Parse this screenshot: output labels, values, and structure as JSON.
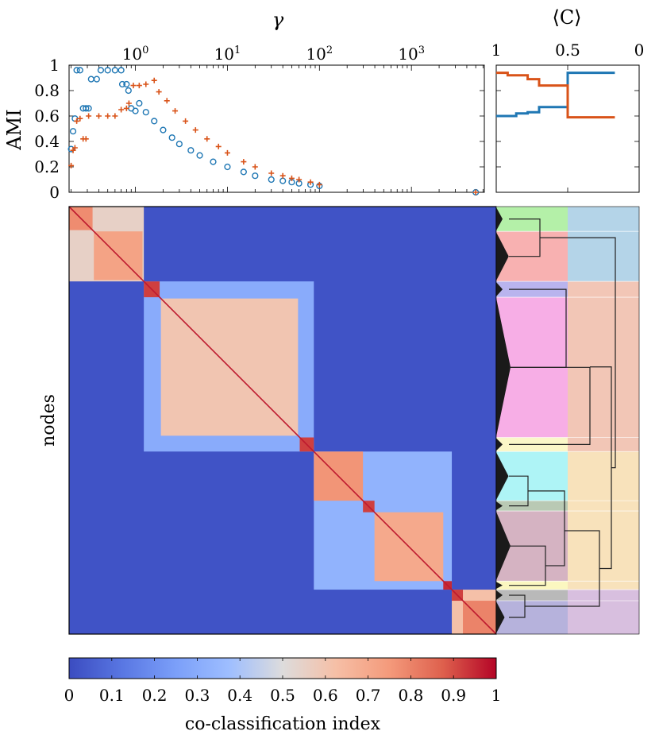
{
  "chart_data": [
    {
      "type": "scatter",
      "panel": "ami-vs-gamma",
      "xlabel": "γ",
      "ylabel": "AMI",
      "x_scale": "log",
      "xticks": [
        "10^0",
        "10^1",
        "10^2",
        "10^3"
      ],
      "yticks": [
        "0",
        "0.2",
        "0.4",
        "0.6",
        "0.8",
        "1"
      ],
      "ylim": [
        0,
        1
      ],
      "grid": false,
      "series": [
        {
          "marker": "circle",
          "color": "#1f77b4",
          "points": [
            [
              0.2,
              0.34
            ],
            [
              0.21,
              0.48
            ],
            [
              0.22,
              0.58
            ],
            [
              0.23,
              0.96
            ],
            [
              0.25,
              0.96
            ],
            [
              0.27,
              0.66
            ],
            [
              0.29,
              0.66
            ],
            [
              0.31,
              0.66
            ],
            [
              0.33,
              0.89
            ],
            [
              0.38,
              0.89
            ],
            [
              0.42,
              0.96
            ],
            [
              0.5,
              0.96
            ],
            [
              0.6,
              0.96
            ],
            [
              0.7,
              0.96
            ],
            [
              0.72,
              0.85
            ],
            [
              0.8,
              0.85
            ],
            [
              0.84,
              0.8
            ],
            [
              0.9,
              0.66
            ],
            [
              1.0,
              0.64
            ],
            [
              1.1,
              0.7
            ],
            [
              1.3,
              0.63
            ],
            [
              1.6,
              0.56
            ],
            [
              2.0,
              0.49
            ],
            [
              2.5,
              0.43
            ],
            [
              3.0,
              0.38
            ],
            [
              4.0,
              0.33
            ],
            [
              5.0,
              0.29
            ],
            [
              7.0,
              0.24
            ],
            [
              10.0,
              0.2
            ],
            [
              15.0,
              0.16
            ],
            [
              20.0,
              0.13
            ],
            [
              30.0,
              0.1
            ],
            [
              40.0,
              0.09
            ],
            [
              50.0,
              0.08
            ],
            [
              60.0,
              0.07
            ],
            [
              80.0,
              0.06
            ],
            [
              100.0,
              0.05
            ],
            [
              5000.0,
              0.0
            ]
          ]
        },
        {
          "marker": "plus",
          "color": "#d95319",
          "points": [
            [
              0.2,
              0.21
            ],
            [
              0.21,
              0.33
            ],
            [
              0.22,
              0.35
            ],
            [
              0.23,
              0.56
            ],
            [
              0.25,
              0.58
            ],
            [
              0.27,
              0.42
            ],
            [
              0.29,
              0.42
            ],
            [
              0.31,
              0.6
            ],
            [
              0.4,
              0.6
            ],
            [
              0.5,
              0.6
            ],
            [
              0.6,
              0.6
            ],
            [
              0.7,
              0.65
            ],
            [
              0.8,
              0.66
            ],
            [
              0.85,
              0.7
            ],
            [
              0.95,
              0.84
            ],
            [
              1.1,
              0.84
            ],
            [
              1.3,
              0.85
            ],
            [
              1.6,
              0.88
            ],
            [
              1.8,
              0.79
            ],
            [
              2.2,
              0.72
            ],
            [
              2.7,
              0.64
            ],
            [
              3.5,
              0.56
            ],
            [
              4.5,
              0.49
            ],
            [
              6.0,
              0.42
            ],
            [
              8.0,
              0.36
            ],
            [
              10.0,
              0.31
            ],
            [
              15.0,
              0.24
            ],
            [
              20.0,
              0.2
            ],
            [
              30.0,
              0.15
            ],
            [
              40.0,
              0.13
            ],
            [
              50.0,
              0.11
            ],
            [
              60.0,
              0.1
            ],
            [
              80.0,
              0.08
            ],
            [
              100.0,
              0.06
            ],
            [
              5000.0,
              0.0
            ]
          ]
        }
      ]
    },
    {
      "type": "line",
      "panel": "ami-vs-mean-coclassification",
      "xlabel": "⟨C⟩",
      "xticks": [
        "1",
        "0.5",
        "0"
      ],
      "xlim": [
        1,
        0
      ],
      "ylim": [
        0,
        1
      ],
      "series": [
        {
          "color": "#1f77b4",
          "points": [
            [
              1.0,
              0.6
            ],
            [
              0.86,
              0.6
            ],
            [
              0.86,
              0.62
            ],
            [
              0.78,
              0.62
            ],
            [
              0.78,
              0.63
            ],
            [
              0.7,
              0.63
            ],
            [
              0.7,
              0.67
            ],
            [
              0.5,
              0.67
            ],
            [
              0.5,
              0.94
            ],
            [
              0.17,
              0.94
            ]
          ]
        },
        {
          "color": "#d95319",
          "points": [
            [
              1.0,
              0.94
            ],
            [
              0.92,
              0.94
            ],
            [
              0.92,
              0.92
            ],
            [
              0.78,
              0.92
            ],
            [
              0.78,
              0.89
            ],
            [
              0.7,
              0.89
            ],
            [
              0.7,
              0.84
            ],
            [
              0.5,
              0.84
            ],
            [
              0.5,
              0.59
            ],
            [
              0.17,
              0.59
            ]
          ]
        }
      ]
    },
    {
      "type": "heatmap",
      "panel": "co-classification-matrix",
      "ylabel": "nodes",
      "colorbar_label": "co-classification index",
      "colorbar_ticks": [
        "0",
        "0.1",
        "0.2",
        "0.3",
        "0.4",
        "0.5",
        "0.6",
        "0.7",
        "0.8",
        "0.9",
        "1"
      ],
      "value_range": [
        0,
        1
      ],
      "background_value": 0.02,
      "blocks": [
        {
          "from": 0.0,
          "to": 0.175,
          "value": 0.55
        },
        {
          "from": 0.0,
          "to": 0.055,
          "value": 0.78
        },
        {
          "from": 0.058,
          "to": 0.172,
          "value": 0.72
        },
        {
          "from": 0.175,
          "to": 0.573,
          "value": 0.3
        },
        {
          "from": 0.175,
          "to": 0.212,
          "value": 0.92
        },
        {
          "from": 0.215,
          "to": 0.536,
          "value": 0.6
        },
        {
          "from": 0.54,
          "to": 0.573,
          "value": 0.92
        },
        {
          "from": 0.573,
          "to": 0.896,
          "value": 0.33
        },
        {
          "from": 0.573,
          "to": 0.688,
          "value": 0.76
        },
        {
          "from": 0.688,
          "to": 0.715,
          "value": 0.92
        },
        {
          "from": 0.715,
          "to": 0.876,
          "value": 0.7
        },
        {
          "from": 0.876,
          "to": 0.896,
          "value": 0.95
        },
        {
          "from": 0.896,
          "to": 1.0,
          "value": 0.62
        },
        {
          "from": 0.896,
          "to": 0.922,
          "value": 0.92
        },
        {
          "from": 0.922,
          "to": 1.0,
          "value": 0.8
        }
      ]
    },
    {
      "type": "diagram",
      "panel": "community-dendrogram",
      "fine_communities": [
        {
          "from": 0.0,
          "to": 0.058,
          "color": "#b4f0a8"
        },
        {
          "from": 0.058,
          "to": 0.175,
          "color": "#f8b1b1"
        },
        {
          "from": 0.175,
          "to": 0.212,
          "color": "#b9b4ee"
        },
        {
          "from": 0.212,
          "to": 0.54,
          "color": "#f7aee6"
        },
        {
          "from": 0.54,
          "to": 0.573,
          "color": "#fbf7c8"
        },
        {
          "from": 0.573,
          "to": 0.688,
          "color": "#aef4f6"
        },
        {
          "from": 0.688,
          "to": 0.712,
          "color": "#b9c9b4"
        },
        {
          "from": 0.712,
          "to": 0.876,
          "color": "#d5b3c2"
        },
        {
          "from": 0.876,
          "to": 0.896,
          "color": "#fbf7c0"
        },
        {
          "from": 0.896,
          "to": 0.922,
          "color": "#b9b9b9"
        },
        {
          "from": 0.922,
          "to": 1.0,
          "color": "#b6b2dc"
        }
      ],
      "coarse_communities": [
        {
          "from": 0.0,
          "to": 0.175,
          "color": "#b4d4e8"
        },
        {
          "from": 0.175,
          "to": 0.573,
          "color": "#f2c6b6"
        },
        {
          "from": 0.573,
          "to": 0.896,
          "color": "#f8e2bb"
        },
        {
          "from": 0.896,
          "to": 1.0,
          "color": "#d8bfdf"
        }
      ]
    }
  ]
}
